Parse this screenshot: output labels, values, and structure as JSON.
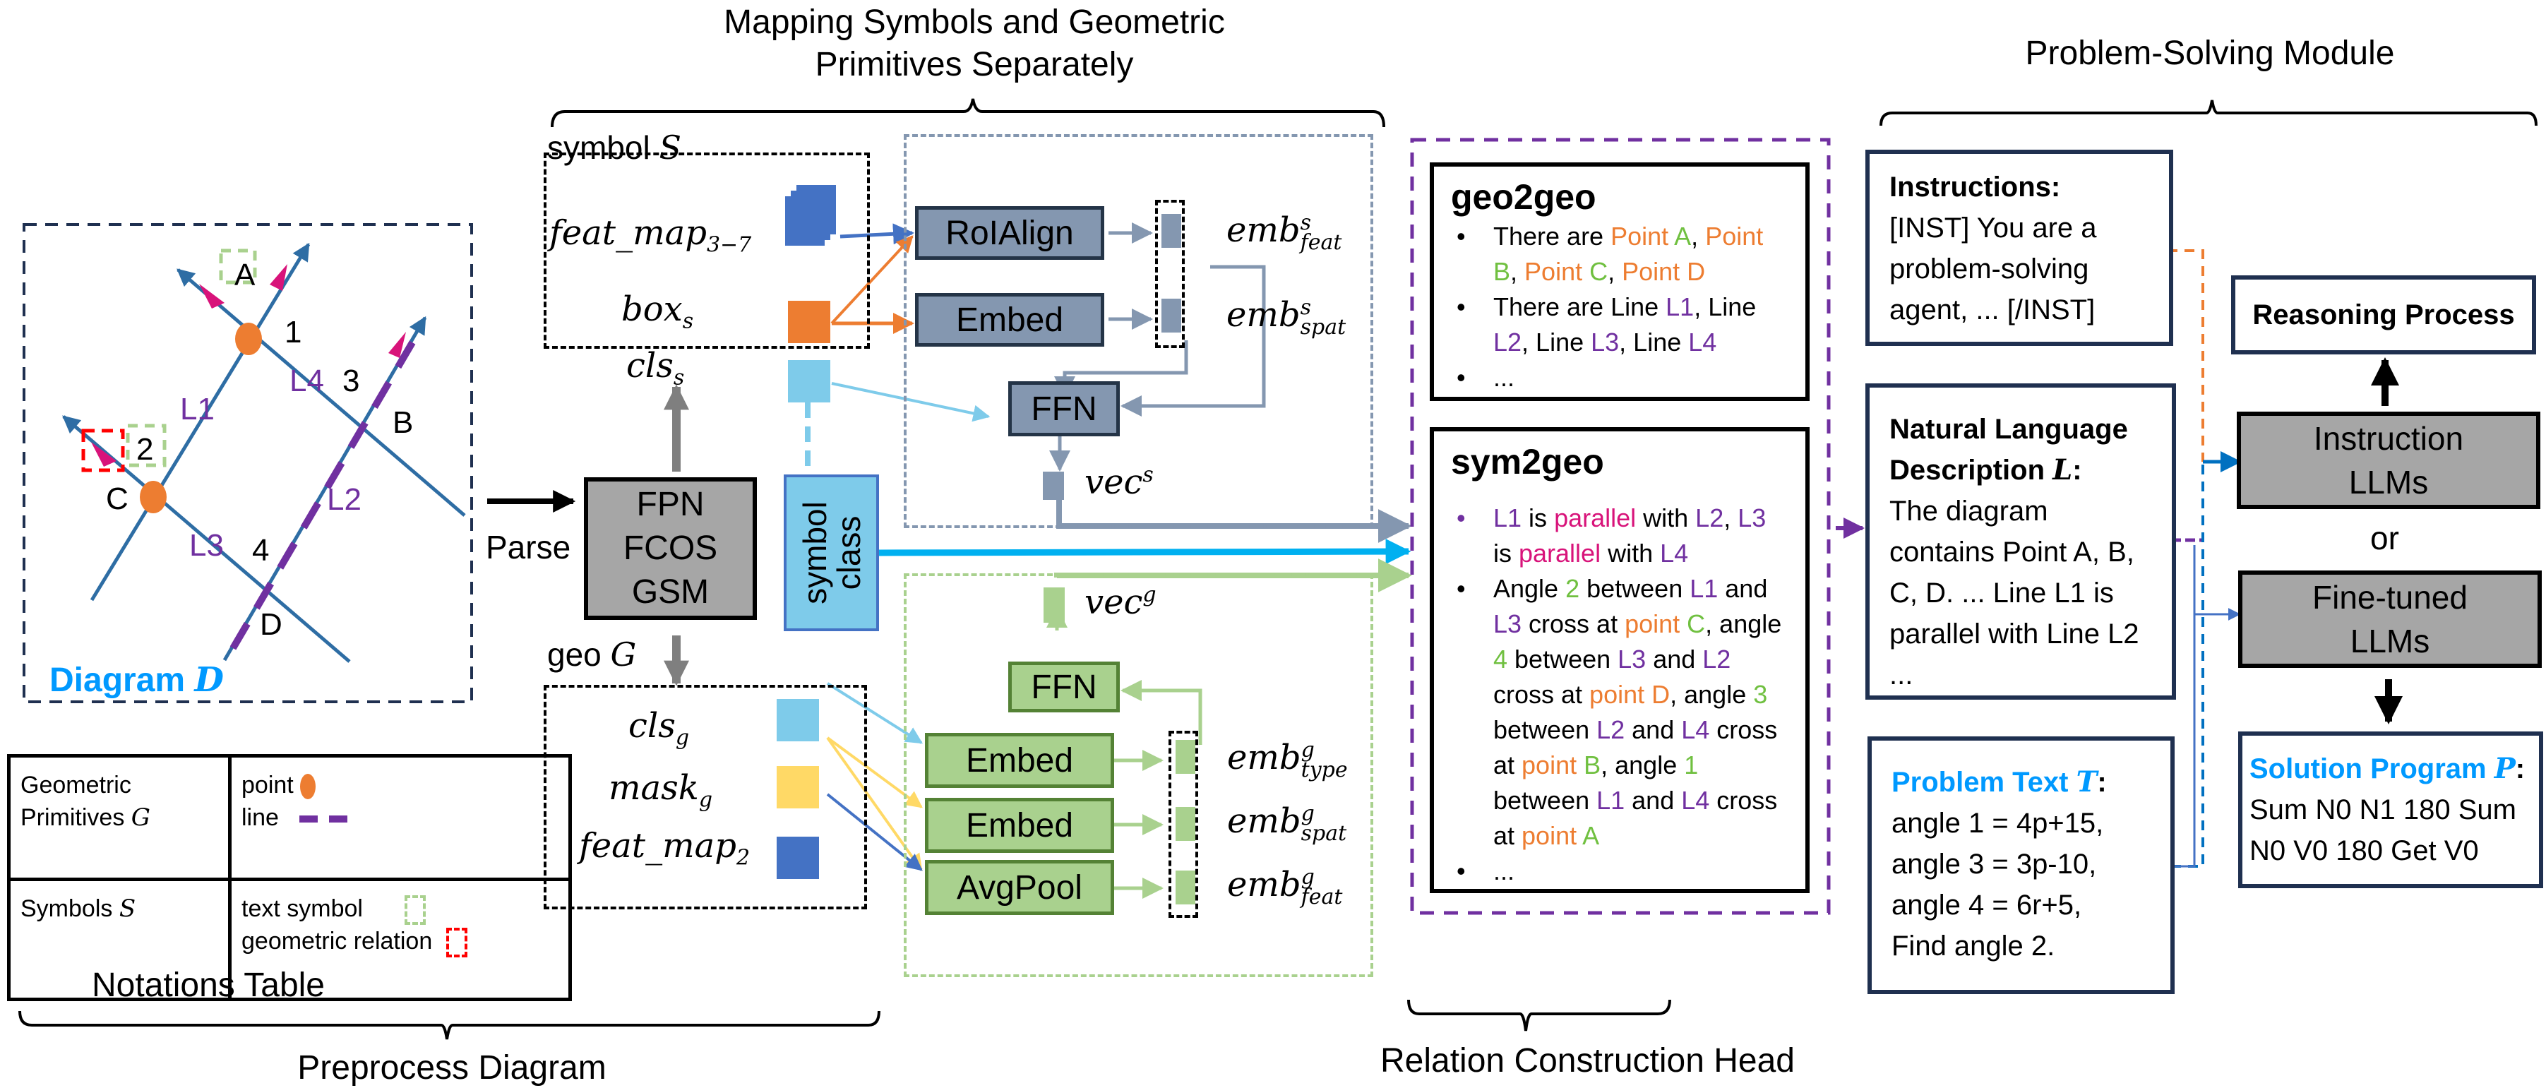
{
  "colors": {
    "point": "#ed7d31",
    "line": "#7030a0",
    "text_symbol": "#a9d18e",
    "geometric_relation": "#ff0000",
    "diagram_line": "#2e6da4",
    "relation_arrow": "#d8137a",
    "symbol_class": "#7ecbea",
    "slate": "#8497b0",
    "green": "#a9d18e",
    "accent_blue": "#0099ff"
  },
  "sections": {
    "mapping_title_line1": "Mapping Symbols and Geometric",
    "mapping_title_line2": "Primitives Separately",
    "problem_solving_title": "Problem-Solving Module",
    "preprocess_title": "Preprocess Diagram",
    "relation_head_title": "Relation Construction Head",
    "notations_title": "Notations Table"
  },
  "diagram": {
    "label": "Diagram",
    "label_var": "D",
    "points": [
      "A",
      "B",
      "C",
      "D"
    ],
    "angles": [
      "1",
      "2",
      "3",
      "4"
    ],
    "lines": [
      "L1",
      "L2",
      "L3",
      "L4"
    ]
  },
  "notations": {
    "rows": [
      {
        "name": "Geometric Primitives",
        "var": "G",
        "items": [
          "point",
          "line"
        ]
      },
      {
        "name": "Symbols",
        "var": "S",
        "items": [
          "text symbol",
          "geometric relation"
        ]
      }
    ]
  },
  "parse": {
    "label": "Parse",
    "model_lines": [
      "FPN",
      "FCOS",
      "GSM"
    ],
    "symbol_class_line1": "symbol",
    "symbol_class_line2": "class"
  },
  "symbol_branch": {
    "title": "symbol",
    "title_var": "S",
    "inputs": [
      {
        "base": "feat_map",
        "sub": "3−7"
      },
      {
        "base": "box",
        "sub": "s"
      },
      {
        "base": "cls",
        "sub": "s"
      }
    ],
    "ops": [
      "RoIAlign",
      "Embed",
      "FFN"
    ],
    "embs": [
      {
        "base": "emb",
        "sup": "s",
        "sub": "feat"
      },
      {
        "base": "emb",
        "sup": "s",
        "sub": "spat"
      }
    ],
    "vec": {
      "base": "vec",
      "sup": "s"
    }
  },
  "geo_branch": {
    "title": "geo",
    "title_var": "G",
    "inputs": [
      {
        "base": "cls",
        "sub": "g"
      },
      {
        "base": "mask",
        "sub": "g"
      },
      {
        "base": "feat_map",
        "sub": "2"
      }
    ],
    "ops": [
      "Embed",
      "Embed",
      "AvgPool",
      "FFN"
    ],
    "embs": [
      {
        "base": "emb",
        "sup": "g",
        "sub": "type"
      },
      {
        "base": "emb",
        "sup": "g",
        "sub": "spat"
      },
      {
        "base": "emb",
        "sup": "g",
        "sub": "feat"
      }
    ],
    "vec": {
      "base": "vec",
      "sup": "g"
    }
  },
  "relations": {
    "geo2geo": {
      "title": "geo2geo",
      "items": [
        [
          [
            "There are ",
            "k"
          ],
          [
            "Point ",
            "o"
          ],
          [
            "A",
            "g"
          ],
          [
            ", ",
            "k"
          ],
          [
            "Point ",
            "o"
          ],
          [
            "B",
            "g"
          ],
          [
            ", ",
            "k"
          ],
          [
            "Point ",
            "o"
          ],
          [
            "C",
            "g"
          ],
          [
            ", ",
            "k"
          ],
          [
            "Point D",
            "o"
          ]
        ],
        [
          [
            "There are Line ",
            "k"
          ],
          [
            "L1",
            "p"
          ],
          [
            ", Line ",
            "k"
          ],
          [
            "L2",
            "p"
          ],
          [
            ", Line ",
            "k"
          ],
          [
            "L3",
            "p"
          ],
          [
            ", Line ",
            "k"
          ],
          [
            "L4",
            "p"
          ]
        ],
        [
          [
            "...",
            "k"
          ]
        ]
      ]
    },
    "sym2geo": {
      "title": "sym2geo",
      "items": [
        [
          [
            "L1",
            "p"
          ],
          [
            " is ",
            "k"
          ],
          [
            "parallel",
            "m"
          ],
          [
            " with ",
            "k"
          ],
          [
            "L2",
            "p"
          ],
          [
            ", ",
            "k"
          ],
          [
            "L3",
            "p"
          ],
          [
            " is ",
            "k"
          ],
          [
            "parallel",
            "m"
          ],
          [
            " with ",
            "k"
          ],
          [
            "L4",
            "p"
          ]
        ],
        [
          [
            "Angle ",
            "k"
          ],
          [
            "2",
            "g"
          ],
          [
            " between ",
            "k"
          ],
          [
            "L1",
            "p"
          ],
          [
            " and ",
            "k"
          ],
          [
            "L3",
            "p"
          ],
          [
            " cross at ",
            "k"
          ],
          [
            "point ",
            "o"
          ],
          [
            "C",
            "g"
          ],
          [
            ", angle ",
            "k"
          ],
          [
            "4",
            "g"
          ],
          [
            " between ",
            "k"
          ],
          [
            "L3",
            "p"
          ],
          [
            " and ",
            "k"
          ],
          [
            "L2",
            "p"
          ],
          [
            " cross at ",
            "k"
          ],
          [
            "point D",
            "o"
          ],
          [
            ", angle ",
            "k"
          ],
          [
            "3",
            "g"
          ],
          [
            " between ",
            "k"
          ],
          [
            "L2",
            "p"
          ],
          [
            " and ",
            "k"
          ],
          [
            "L4",
            "p"
          ],
          [
            " cross at ",
            "k"
          ],
          [
            "point ",
            "o"
          ],
          [
            "B",
            "g"
          ],
          [
            ", angle ",
            "k"
          ],
          [
            "1",
            "g"
          ],
          [
            " between ",
            "k"
          ],
          [
            "L1",
            "p"
          ],
          [
            " and ",
            "k"
          ],
          [
            "L4",
            "p"
          ],
          [
            " cross at ",
            "k"
          ],
          [
            "point ",
            "o"
          ],
          [
            "A",
            "g"
          ]
        ],
        [
          [
            "...",
            "k"
          ]
        ]
      ]
    }
  },
  "problem_solving": {
    "instructions": {
      "heading": "Instructions:",
      "body": "[INST] You are a problem-solving agent, ... [/INST]"
    },
    "nl_description": {
      "heading": "Natural Language Description",
      "heading_var": "L",
      "body": "The diagram contains Point A, B, C, D. ... Line L1 is parallel with Line L2 ..."
    },
    "problem_text": {
      "heading": "Problem Text",
      "heading_var": "T",
      "lines": [
        "angle 1 = 4p+15,",
        "angle 3 = 3p-10,",
        "angle 4 = 6r+5,",
        "Find angle 2."
      ]
    },
    "reasoning": "Reasoning Process",
    "instruction_llms": [
      "Instruction",
      "LLMs"
    ],
    "or_label": "or",
    "finetuned_llms": [
      "Fine-tuned",
      "LLMs"
    ],
    "solution": {
      "heading": "Solution Program",
      "heading_var": "P",
      "body": "Sum N0 N1 180 Sum N0 V0 180 Get V0"
    }
  }
}
